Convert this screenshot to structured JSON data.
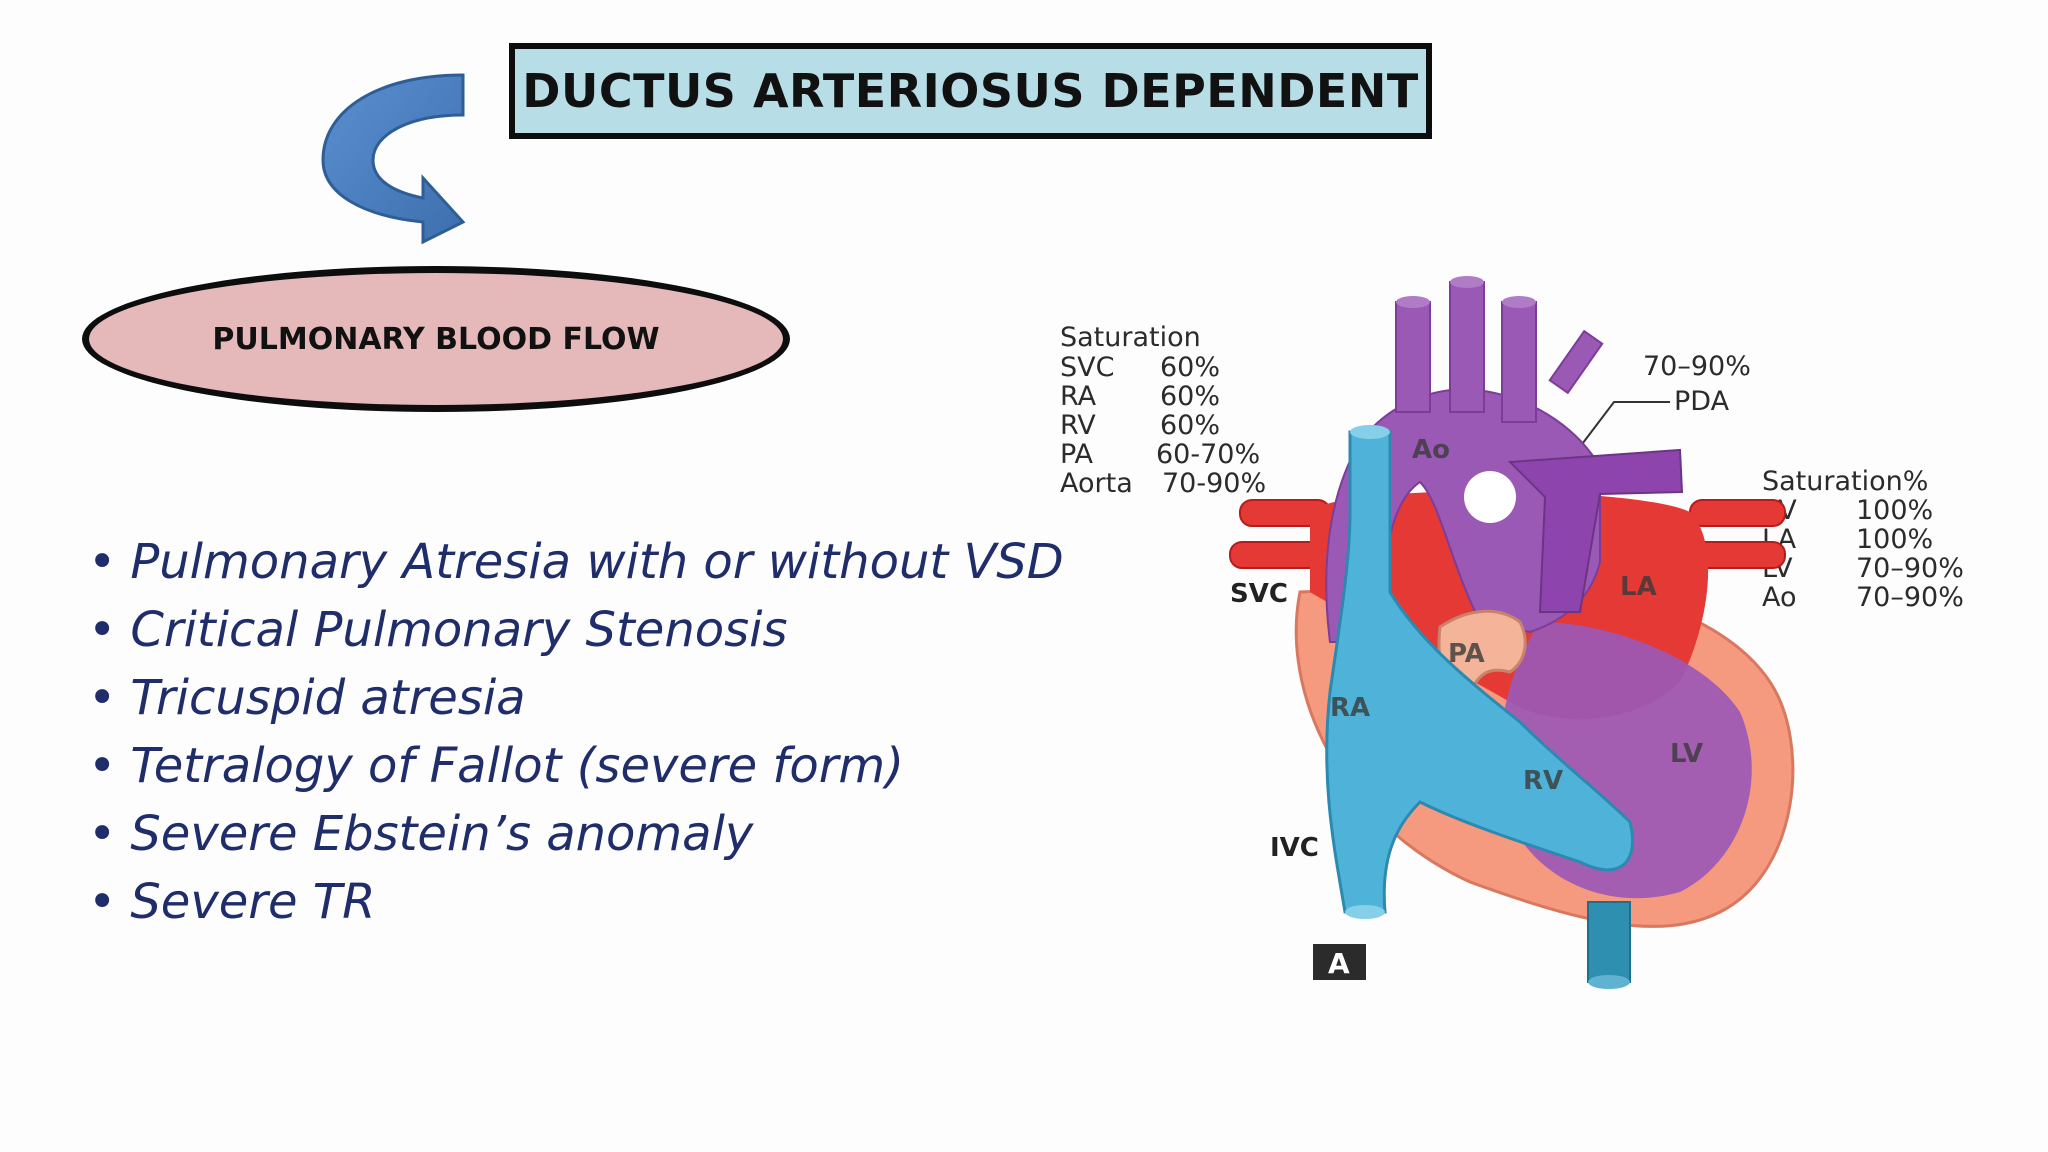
{
  "title": "DUCTUS ARTERIOSUS DEPENDENT",
  "subtitle_ellipse": "PULMONARY BLOOD FLOW",
  "bullets": [
    "Pulmonary Atresia with or without VSD",
    "Critical Pulmonary Stenosis",
    "Tricuspid atresia",
    "Tetralogy of Fallot (severe form)",
    "Severe Ebstein’s anomaly",
    "Severe TR"
  ],
  "bullet_symbol": "•",
  "diagram": {
    "left_sat_header": "Saturation",
    "left_sat": [
      {
        "site": "SVC",
        "value": "60%"
      },
      {
        "site": "RA",
        "value": "60%"
      },
      {
        "site": "RV",
        "value": "60%"
      },
      {
        "site": "PA",
        "value": "60-70%"
      },
      {
        "site": "Aorta",
        "value": "70-90%"
      }
    ],
    "pda_value": "70–90%",
    "pda_label": "PDA",
    "right_sat_header": "Saturation%",
    "right_sat": [
      {
        "site": "PV",
        "value": "100%"
      },
      {
        "site": "LA",
        "value": "100%"
      },
      {
        "site": "LV",
        "value": "70–90%"
      },
      {
        "site": "Ao",
        "value": "70–90%"
      }
    ],
    "chambers": {
      "ao": "Ao",
      "la": "LA",
      "pa": "PA",
      "ra": "RA",
      "lv": "LV",
      "rv": "RV",
      "svc": "SVC",
      "ivc": "IVC"
    },
    "panel_letter": "A"
  },
  "colors": {
    "title_bg": "#b7dde6",
    "ellipse_bg": "#e5b8ba",
    "bullet_text": "#1f2d6a",
    "arrow": "#4a7fc1",
    "deoxy_blue": "#4fb3d9",
    "mixed_purple": "#9b59b6",
    "oxy_red": "#e53935",
    "myocardium": "#f59a7e"
  }
}
